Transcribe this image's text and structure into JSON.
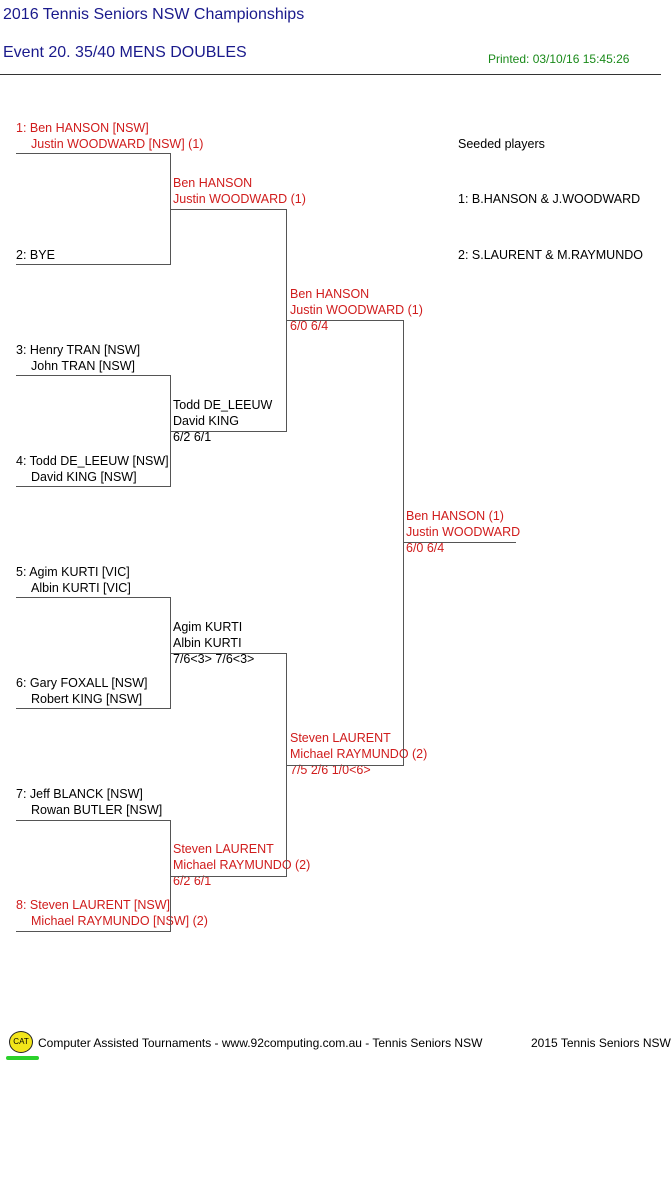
{
  "header": {
    "title": "2016 Tennis Seniors NSW Championships",
    "event": "Event 20. 35/40 MENS DOUBLES",
    "printed": "Printed: 03/10/16 15:45:26"
  },
  "seeds": {
    "title": "Seeded players",
    "list": [
      "1: B.HANSON & J.WOODWARD",
      "2: S.LAURENT & M.RAYMUNDO"
    ]
  },
  "draw": [
    {
      "line1": "1: Ben HANSON [NSW]",
      "line2": "Justin WOODWARD [NSW] (1)",
      "seeded": true
    },
    {
      "line1": "2: BYE",
      "line2": "",
      "seeded": false
    },
    {
      "line1": "3: Henry TRAN [NSW]",
      "line2": "John TRAN [NSW]",
      "seeded": false
    },
    {
      "line1": "4: Todd DE_LEEUW [NSW]",
      "line2": "David KING [NSW]",
      "seeded": false
    },
    {
      "line1": "5: Agim KURTI [VIC]",
      "line2": "Albin KURTI [VIC]",
      "seeded": false
    },
    {
      "line1": "6: Gary FOXALL [NSW]",
      "line2": "Robert KING [NSW]",
      "seeded": false
    },
    {
      "line1": "7: Jeff BLANCK [NSW]",
      "line2": "Rowan BUTLER [NSW]",
      "seeded": false
    },
    {
      "line1": "8: Steven LAURENT [NSW]",
      "line2": "Michael RAYMUNDO [NSW] (2)",
      "seeded": true
    }
  ],
  "round2": [
    {
      "line1": "Ben HANSON",
      "line2": "Justin WOODWARD (1)",
      "score": "",
      "seeded": true
    },
    {
      "line1": "Todd DE_LEEUW",
      "line2": "David KING",
      "score": "6/2 6/1",
      "seeded": false
    },
    {
      "line1": "Agim KURTI",
      "line2": "Albin KURTI",
      "score": "7/6<3> 7/6<3>",
      "seeded": false
    },
    {
      "line1": "Steven LAURENT",
      "line2": "Michael RAYMUNDO (2)",
      "score": "6/2 6/1",
      "seeded": true
    }
  ],
  "semis": [
    {
      "line1": "Ben HANSON",
      "line2": "Justin WOODWARD (1)",
      "score": "6/0 6/4",
      "seeded": true
    },
    {
      "line1": "Steven LAURENT",
      "line2": "Michael RAYMUNDO (2)",
      "score": "7/5 2/6 1/0<6>",
      "seeded": true
    }
  ],
  "final": {
    "line1": "Ben HANSON (1)",
    "line2": "Justin WOODWARD",
    "score": "6/0 6/4",
    "seeded": true
  },
  "footer": {
    "logo_text": "CAT",
    "text": "Computer Assisted Tournaments - www.92computing.com.au -  Tennis Seniors NSW",
    "right": "2015 Tennis Seniors NSW"
  }
}
